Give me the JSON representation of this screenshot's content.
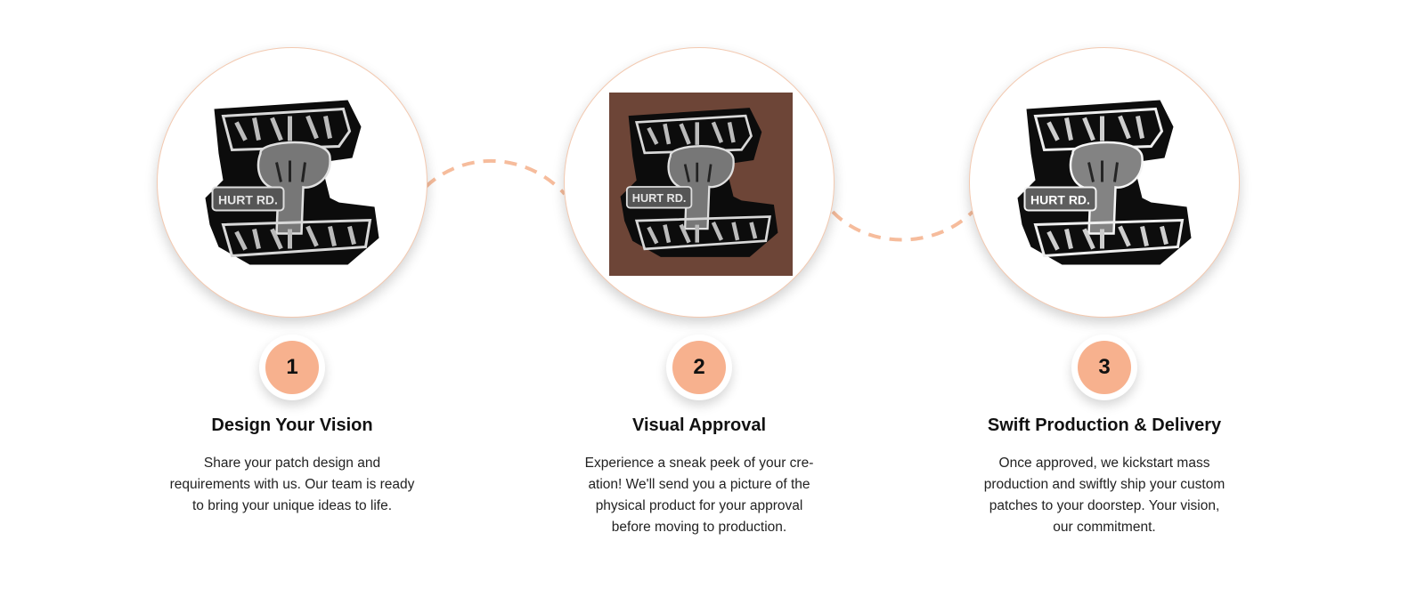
{
  "accent_color": "#f7b18e",
  "connector_color": "#f6bc9c",
  "steps": [
    {
      "number": "1",
      "title": "Design Your Vision",
      "description_lines": [
        "Share your patch design and",
        "requirements with us. Our team is ready",
        "to bring your unique ideas to life."
      ],
      "image": "patch-design-sketch",
      "logo_text": "HURT RD."
    },
    {
      "number": "2",
      "title": "Visual Approval",
      "description_lines": [
        "Experience a sneak peek of your cre-",
        "ation! We'll send you a picture of the",
        "physical product for your approval",
        "before moving to production."
      ],
      "image": "patch-digital-mockup",
      "logo_text": "HURT RD."
    },
    {
      "number": "3",
      "title": "Swift Production & Delivery",
      "description_lines": [
        "Once approved, we kickstart mass",
        "production and swiftly ship your custom",
        "patches to your doorstep. Your vision,",
        "our commitment."
      ],
      "image": "patch-finished-product",
      "logo_text": "HURT RD."
    }
  ]
}
